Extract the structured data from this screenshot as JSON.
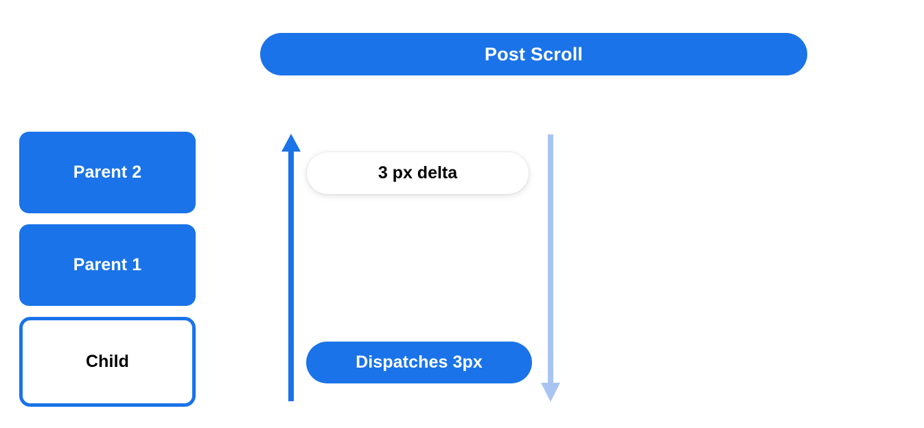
{
  "diagram": {
    "title": "Post Scroll",
    "background_color": "#ffffff",
    "accent_color": "#1a73e8",
    "muted_accent_color": "#a8c5f2"
  },
  "header": {
    "label": "Post Scroll"
  },
  "node_stack": {
    "items": [
      {
        "label": "Parent 2",
        "style": "filled"
      },
      {
        "label": "Parent 1",
        "style": "filled"
      },
      {
        "label": "Child",
        "style": "outlined"
      }
    ]
  },
  "arrows": {
    "up": {
      "name": "scroll-bubble-up-arrow",
      "direction": "up",
      "color": "#1a73e8"
    },
    "down": {
      "name": "scroll-propagate-down-arrow",
      "direction": "down",
      "color": "#a8c5f2"
    }
  },
  "annotations": {
    "delta": {
      "label": "3 px delta"
    },
    "dispatch": {
      "label": "Dispatches 3px"
    }
  }
}
